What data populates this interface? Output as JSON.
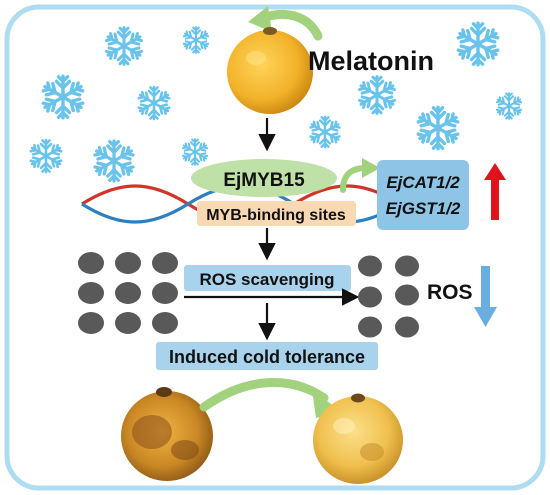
{
  "title": "Melatonin",
  "gene": "EjMYB15",
  "binding_sites": "MYB-binding sites",
  "targets": [
    "EjCAT1/2",
    "EjGST1/2"
  ],
  "process": "ROS scavenging",
  "ros_label": "ROS",
  "outcome": "Induced cold tolerance",
  "colors": {
    "frame": "#aedcf0",
    "label_box": "#a9d3ec",
    "target_box": "#8ec4e6",
    "gene_ellipse": "#bfe0a6",
    "binding_box": "#f8d9b4",
    "green_arrow": "#a3d27f",
    "up_arrow": "#e0121c",
    "down_arrow": "#6aaee0",
    "ros_dot": "#595959",
    "snowflake": "#69c3ea",
    "dna_red": "#d0352a",
    "dna_blue": "#2e7fbf"
  },
  "icons": [
    "snowflake-icon",
    "loquat-fruit-icon",
    "dna-helix-icon",
    "up-arrow-icon",
    "down-arrow-icon"
  ]
}
